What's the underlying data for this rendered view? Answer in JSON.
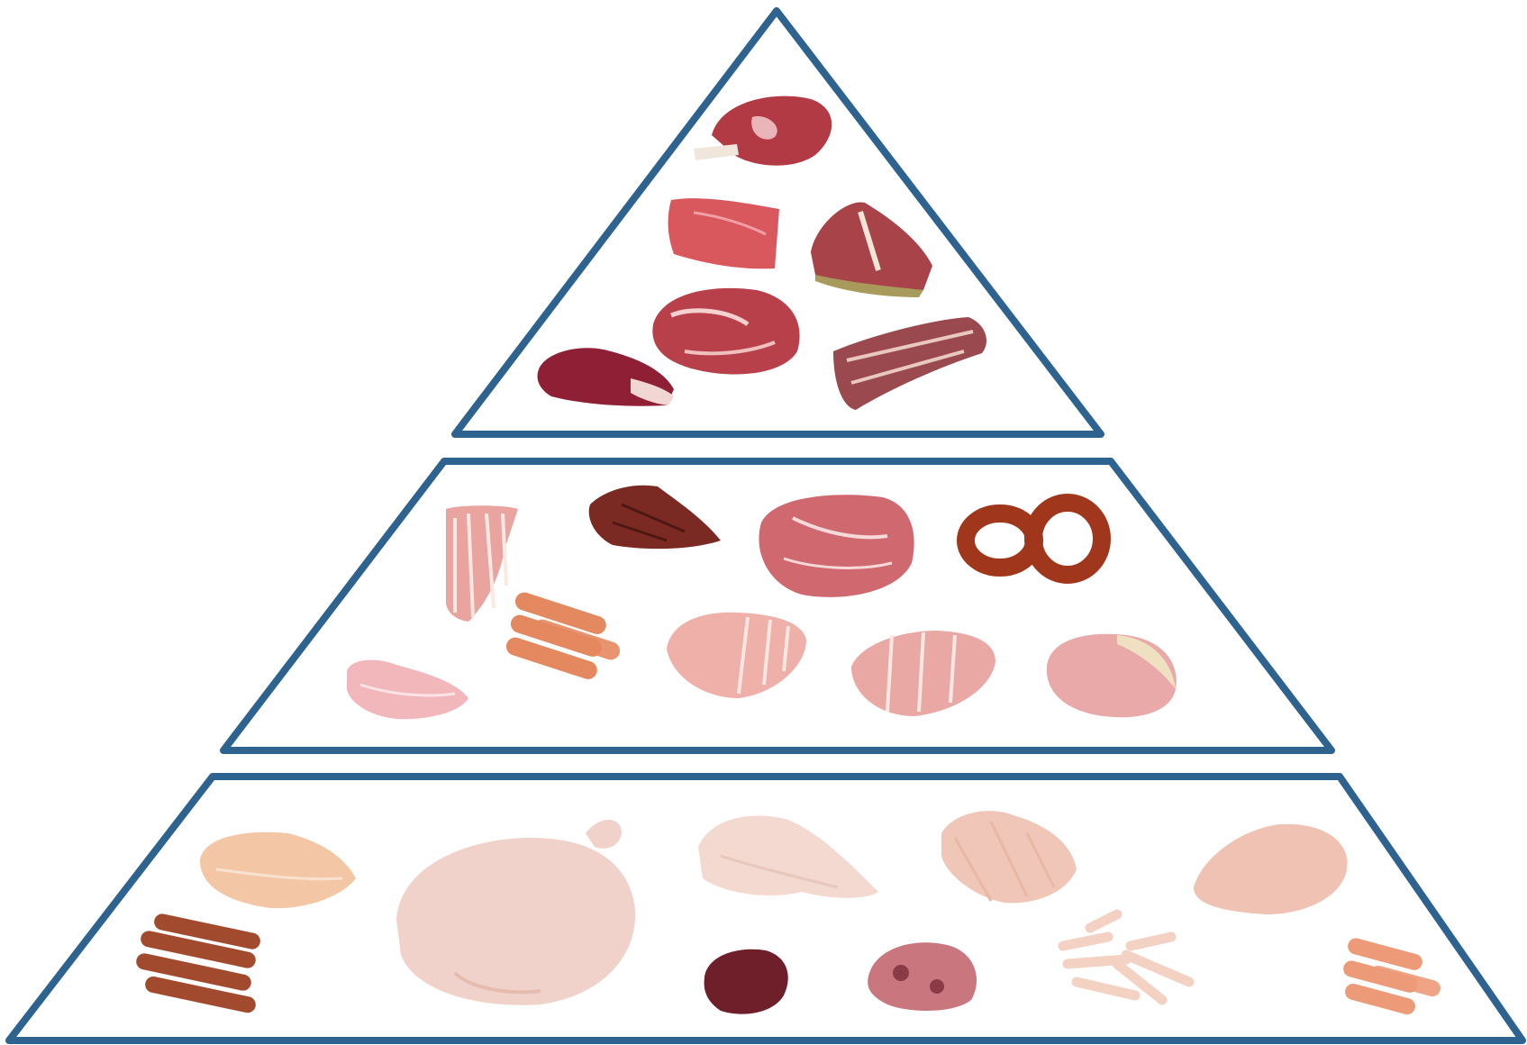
{
  "colors": {
    "outline": "#2e6390",
    "background": "#ffffff"
  },
  "tiers": [
    {
      "id": "top",
      "items": [
        {
          "name": "rib-steak-icon",
          "kind": "steak",
          "color": "#b23a45"
        },
        {
          "name": "thin-sliced-beef-icon",
          "kind": "slices",
          "color": "#d9585e"
        },
        {
          "name": "t-bone-steak-icon",
          "kind": "steak",
          "color": "#a8434a"
        },
        {
          "name": "beef-roast-icon",
          "kind": "roast",
          "color": "#b8404a"
        },
        {
          "name": "sirloin-steak-icon",
          "kind": "steak",
          "color": "#8f1f35"
        },
        {
          "name": "beef-ribs-icon",
          "kind": "ribs",
          "color": "#9a4a4e"
        }
      ]
    },
    {
      "id": "middle",
      "items": [
        {
          "name": "bacon-icon",
          "kind": "strips",
          "color": "#e9a4a0"
        },
        {
          "name": "jerky-icon",
          "kind": "jerky",
          "color": "#7a2a22"
        },
        {
          "name": "pork-shoulder-icon",
          "kind": "roast",
          "color": "#d06870"
        },
        {
          "name": "ring-sausage-icon",
          "kind": "ring",
          "color": "#a0371c"
        },
        {
          "name": "ham-slices-icon",
          "kind": "slices-round",
          "color": "#f2b7bb"
        },
        {
          "name": "hot-dogs-icon",
          "kind": "sausages",
          "color": "#e4885f"
        },
        {
          "name": "pork-loin-icon",
          "kind": "loin",
          "color": "#eeb0a8"
        },
        {
          "name": "pork-chops-icon",
          "kind": "chops",
          "color": "#e9a8a4"
        },
        {
          "name": "ham-roast-icon",
          "kind": "roast",
          "color": "#e8a9a8"
        }
      ]
    },
    {
      "id": "bottom",
      "items": [
        {
          "name": "chicken-breast-icon",
          "kind": "breast",
          "color": "#f3c7a6"
        },
        {
          "name": "whole-chicken-icon",
          "kind": "whole-bird",
          "color": "#f1d2cb"
        },
        {
          "name": "chicken-wings-icon",
          "kind": "wings",
          "color": "#f3d9cf"
        },
        {
          "name": "drumsticks-icon",
          "kind": "drumsticks",
          "color": "#f0c6b8"
        },
        {
          "name": "chicken-thigh-icon",
          "kind": "thigh",
          "color": "#efc2b3"
        },
        {
          "name": "smoked-sausages-icon",
          "kind": "sausages",
          "color": "#a24a2e"
        },
        {
          "name": "chicken-liver-icon",
          "kind": "liver",
          "color": "#6e1f2a"
        },
        {
          "name": "gizzards-icon",
          "kind": "gizzards",
          "color": "#c9767f"
        },
        {
          "name": "chicken-feet-icon",
          "kind": "feet",
          "color": "#f4d2c3"
        },
        {
          "name": "frankfurters-icon",
          "kind": "sausages",
          "color": "#ec9a78"
        }
      ]
    }
  ]
}
